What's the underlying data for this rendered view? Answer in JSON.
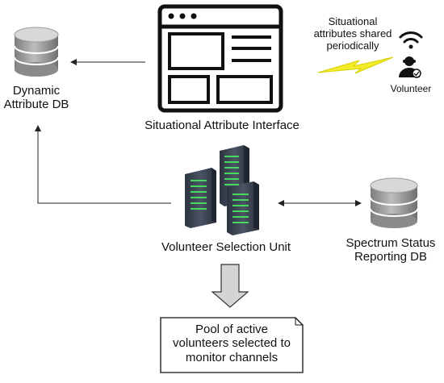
{
  "nodes": {
    "interface": {
      "label": "Situational Attribute Interface"
    },
    "dynamic_db": {
      "label_line1": "Dynamic",
      "label_line2": "Attribute DB"
    },
    "selection_unit": {
      "label": "Volunteer Selection Unit"
    },
    "spectrum_db": {
      "label_line1": "Spectrum Status",
      "label_line2": "Reporting DB"
    },
    "pool": {
      "line1": "Pool of active",
      "line2": "volunteers selected to",
      "line3": "monitor channels"
    }
  },
  "annotations": {
    "shared": {
      "line1": "Situational",
      "line2": "attributes shared",
      "line3": "periodically"
    },
    "volunteer": "Volunteer"
  },
  "icons": {
    "interface": "browser-window-icon",
    "dynamic_db": "database-icon",
    "spectrum_db": "database-icon",
    "selection_unit": "server-rack-icon",
    "wireless": "wifi-icon",
    "volunteer": "user-check-icon",
    "transmission": "lightning-bolt-icon"
  },
  "colors": {
    "lightning": "#f2ec2a",
    "server": "#3d4654",
    "server_leds": "#48d860",
    "db_body": "#9b9b9b",
    "block_arrow": "#d4d4d4"
  }
}
